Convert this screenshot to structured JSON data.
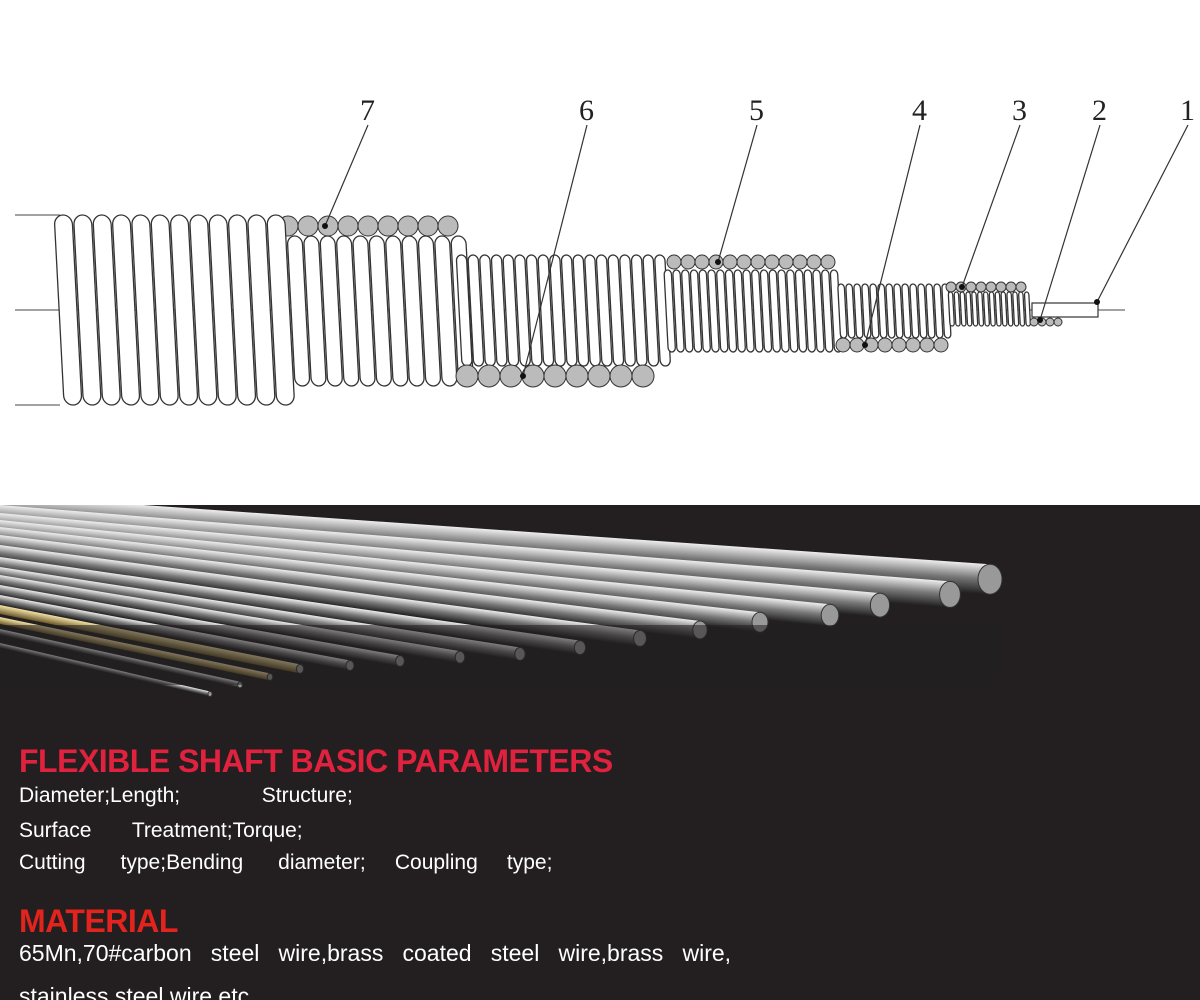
{
  "diagram": {
    "layer_labels": [
      "7",
      "6",
      "5",
      "4",
      "3",
      "2",
      "1"
    ]
  },
  "parameters": {
    "heading": "FLEXIBLE SHAFT BASIC PARAMETERS",
    "lines": [
      "Diameter;Length;              Structure;",
      "Surface       Treatment;Torque;",
      "Cutting      type;Bending      diameter;     Coupling     type;"
    ]
  },
  "material": {
    "heading": "MATERIAL",
    "lines": [
      "65Mn,70#carbon   steel   wire,brass   coated   steel   wire,brass   wire,",
      "stainless steel wire,etc"
    ]
  },
  "colors": {
    "heading_red": "#e0223f",
    "material_red": "#e3231d",
    "background": "#231f20"
  }
}
